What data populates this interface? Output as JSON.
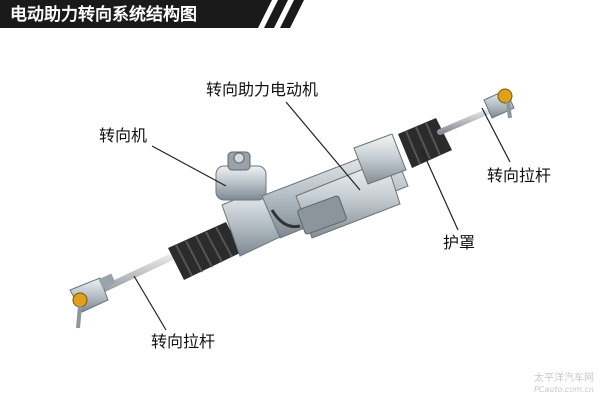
{
  "title": "电动助力转向系统结构图",
  "labels": {
    "motor": "转向助力电动机",
    "steering_gear": "转向机",
    "tie_rod_right": "转向拉杆",
    "boot": "护罩",
    "tie_rod_left": "转向拉杆"
  },
  "watermark": {
    "cn": "太平洋汽车网",
    "en": "PCauto.com.cn"
  },
  "colors": {
    "title_bg": "#1a1a1a",
    "title_text": "#ffffff",
    "background": "#ffffff",
    "boot": "#2b2b2b",
    "metal": "#b9c2c9",
    "leader_line": "#222222"
  }
}
